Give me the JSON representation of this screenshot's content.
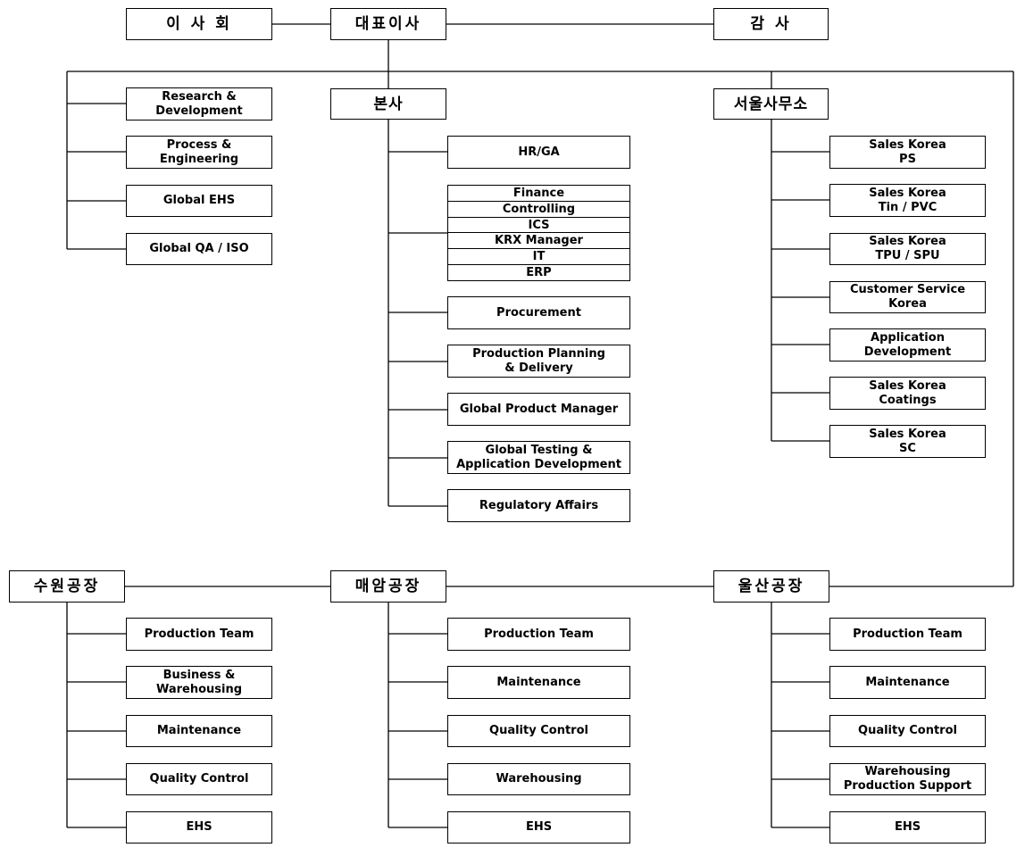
{
  "top": {
    "board": "이 사 회",
    "ceo": "대표이사",
    "auditor": "감  사"
  },
  "left_group": {
    "items": [
      "Research &\nDevelopment",
      "Process &\nEngineering",
      "Global EHS",
      "Global QA / ISO"
    ]
  },
  "hq": {
    "title": "본사",
    "items": [
      "HR/GA",
      "Procurement",
      "Production Planning\n& Delivery",
      "Global Product Manager",
      "Global Testing &\nApplication Development",
      "Regulatory Affairs"
    ],
    "finance_stack": [
      "Finance",
      "Controlling",
      "ICS",
      "KRX Manager",
      "IT",
      "ERP"
    ]
  },
  "seoul": {
    "title": "서울사무소",
    "items": [
      "Sales Korea\nPS",
      "Sales Korea\nTin / PVC",
      "Sales Korea\nTPU / SPU",
      "Customer Service\nKorea",
      "Application\nDevelopment",
      "Sales Korea\nCoatings",
      "Sales Korea\nSC"
    ]
  },
  "suwon": {
    "title": "수원공장",
    "items": [
      "Production Team",
      "Business &\nWarehousing",
      "Maintenance",
      "Quality Control",
      "EHS"
    ]
  },
  "maeam": {
    "title": "매암공장",
    "items": [
      "Production Team",
      "Maintenance",
      "Quality Control",
      "Warehousing",
      "EHS"
    ]
  },
  "ulsan": {
    "title": "울산공장",
    "items": [
      "Production Team",
      "Maintenance",
      "Quality Control",
      "Warehousing\nProduction Support",
      "EHS"
    ]
  }
}
